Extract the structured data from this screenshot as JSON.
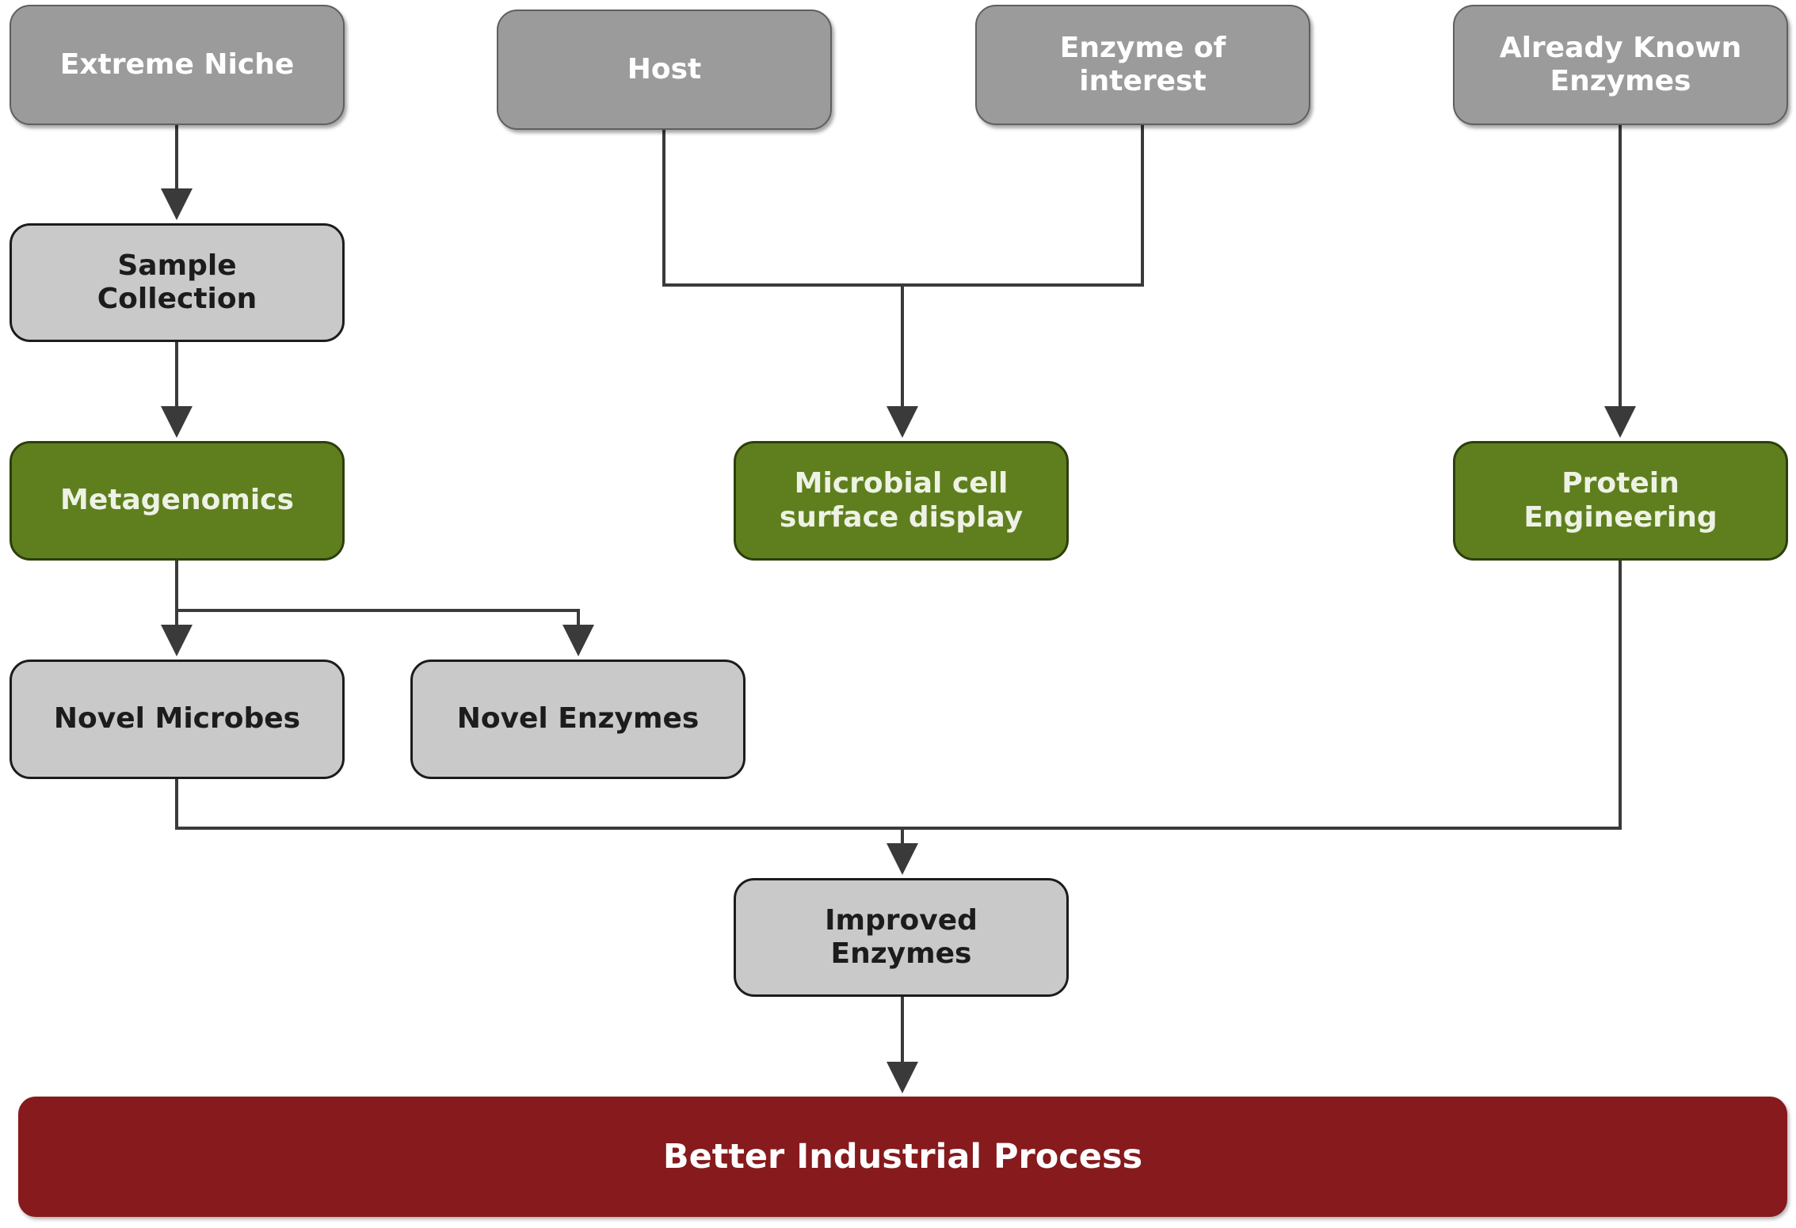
{
  "colors": {
    "input_fill": "#9b9b9b",
    "step_fill": "#c9c9c9",
    "method_fill": "#5f7f1f",
    "outcome_fill": "#861a1c",
    "connector": "#3a3a3a"
  },
  "nodes": {
    "extreme_niche": "Extreme Niche",
    "host": "Host",
    "enzyme_of_interest": "Enzyme of\ninterest",
    "already_known": "Already Known\nEnzymes",
    "sample_collection": "Sample\nCollection",
    "metagenomics": "Metagenomics",
    "surface_display": "Microbial cell\nsurface display",
    "protein_engineering": "Protein\nEngineering",
    "novel_microbes": "Novel Microbes",
    "novel_enzymes": "Novel Enzymes",
    "improved_enzymes": "Improved\nEnzymes",
    "better_process": "Better Industrial Process"
  }
}
